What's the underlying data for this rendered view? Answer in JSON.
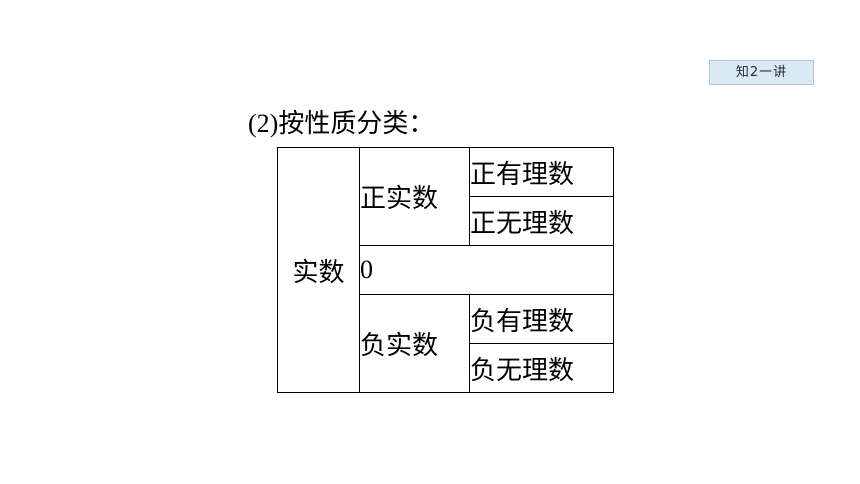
{
  "badge": {
    "label": "知2一讲"
  },
  "heading": {
    "prefix": "(2)",
    "text": "按性质分类："
  },
  "table": {
    "root": "实数",
    "positive": {
      "label": "正实数",
      "leaves": [
        "正有理数",
        "正无理数"
      ]
    },
    "zero": "0",
    "negative": {
      "label": "负实数",
      "leaves": [
        "负有理数",
        "负无理数"
      ]
    }
  }
}
